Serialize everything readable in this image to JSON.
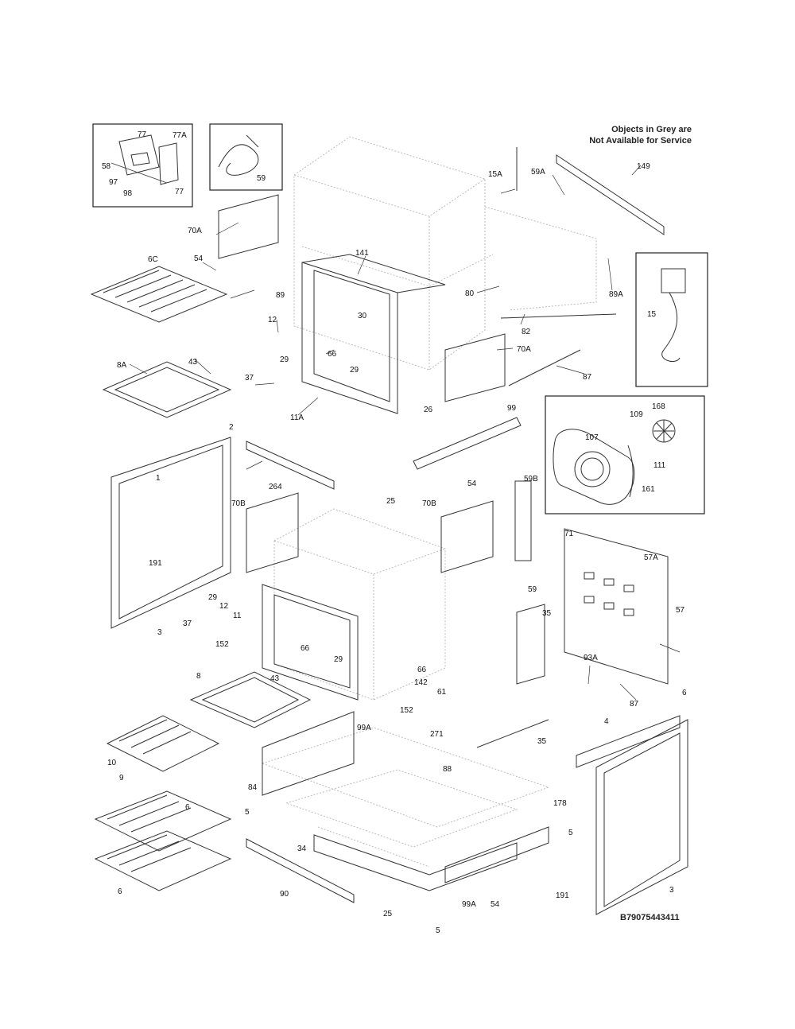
{
  "note": {
    "line1": "Objects in Grey are",
    "line2": "Not Available for Service"
  },
  "diagram_code": "B79075443411",
  "part_labels": [
    "77",
    "77A",
    "58",
    "97",
    "98",
    "77",
    "59",
    "70A",
    "54",
    "6C",
    "89",
    "141",
    "12",
    "30",
    "29",
    "66",
    "29",
    "11A",
    "26",
    "43",
    "8A",
    "37",
    "2",
    "1",
    "264",
    "25",
    "99",
    "54",
    "70B",
    "70B",
    "191",
    "29",
    "12",
    "11",
    "3",
    "37",
    "152",
    "66",
    "29",
    "43",
    "8",
    "10",
    "9",
    "6",
    "6",
    "84",
    "5",
    "34",
    "90",
    "25",
    "99A",
    "66",
    "142",
    "61",
    "271",
    "152",
    "35",
    "88",
    "5",
    "99A",
    "54",
    "5",
    "178",
    "191",
    "3",
    "4",
    "6",
    "59B",
    "59",
    "35",
    "57A",
    "57",
    "93A",
    "87",
    "71",
    "15A",
    "59A",
    "149",
    "80",
    "82",
    "89A",
    "70A",
    "87",
    "15",
    "168",
    "109",
    "107",
    "111",
    "161"
  ]
}
